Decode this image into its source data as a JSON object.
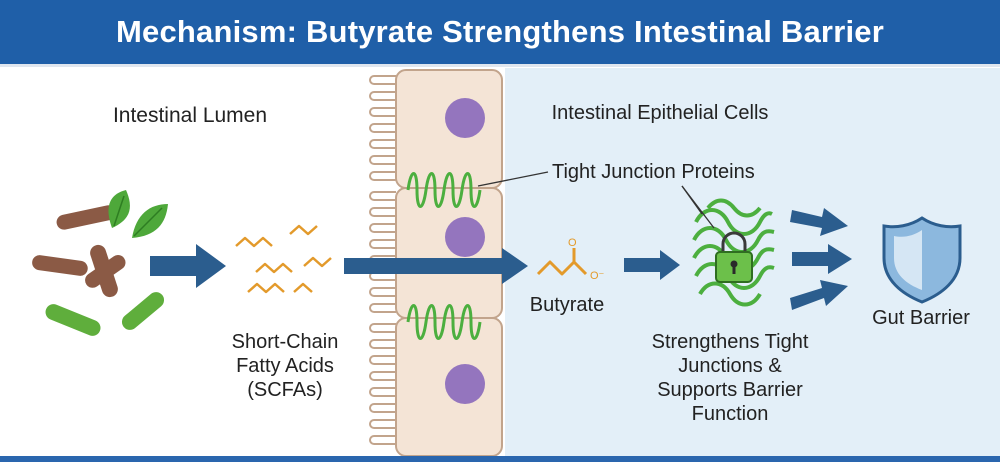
{
  "title": "Mechanism: Butyrate Strengthens Intestinal Barrier",
  "regions": {
    "lumen": "Intestinal Lumen",
    "epithelium": "Intestinal Epithelial Cells"
  },
  "labels": {
    "tight_junction_proteins": "Tight Junction Proteins",
    "scfa_line1": "Short-Chain",
    "scfa_line2": "Fatty Acids",
    "scfa_line3": "(SCFAs)",
    "butyrate": "Butyrate",
    "effect_line1": "Strengthens Tight",
    "effect_line2": "Junctions &",
    "effect_line3": "Supports Barrier",
    "effect_line4": "Function",
    "gut_barrier": "Gut Barrier"
  },
  "colors": {
    "title_bar": "#1f5fa8",
    "epithelium_bg": "#e3eff8",
    "cell_fill": "#f4e4d6",
    "cell_stroke": "#c2a48c",
    "nucleus": "#9475be",
    "junction_green": "#4caf3f",
    "arrow_blue": "#2b5d8e",
    "molecule_orange": "#e39a2b",
    "bacteria_brown": "#8b5a45",
    "bacteria_green": "#5fae3c",
    "shield_blue": "#8cb8de"
  },
  "icons": [
    "bacteria-icon",
    "leaf-icon",
    "molecule-icon",
    "padlock-icon",
    "shield-icon",
    "arrow-icon"
  ]
}
